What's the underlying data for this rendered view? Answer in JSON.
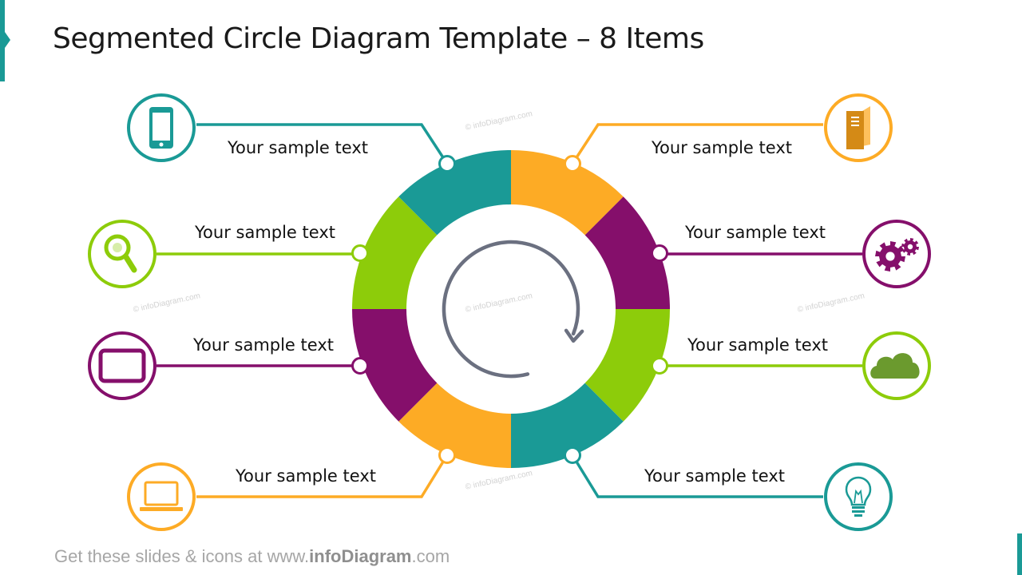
{
  "slide": {
    "title": "Segmented Circle Diagram Template – 8 Items",
    "footer_prefix": "Get these slides & icons at www.",
    "footer_brand": "infoDiagram",
    "footer_suffix": ".com",
    "watermark": "© infoDiagram.com"
  },
  "colors": {
    "teal": "#1a9a96",
    "orange": "#fdab25",
    "purple": "#850f6b",
    "green": "#8dcc0a",
    "arrow": "#6b7080",
    "accent": "#1a9a96"
  },
  "items": [
    {
      "label": "Your sample text",
      "icon": "smartphone-icon",
      "color": "teal"
    },
    {
      "label": "Your sample text",
      "icon": "magnifier-icon",
      "color": "green"
    },
    {
      "label": "Your sample text",
      "icon": "tablet-icon",
      "color": "purple"
    },
    {
      "label": "Your sample text",
      "icon": "laptop-icon",
      "color": "orange"
    },
    {
      "label": "Your sample text",
      "icon": "server-icon",
      "color": "orange"
    },
    {
      "label": "Your sample text",
      "icon": "gears-icon",
      "color": "purple"
    },
    {
      "label": "Your sample text",
      "icon": "cloud-icon",
      "color": "green"
    },
    {
      "label": "Your sample text",
      "icon": "lightbulb-icon",
      "color": "teal"
    }
  ],
  "center": {
    "icon": "cycle-arrow-icon"
  }
}
